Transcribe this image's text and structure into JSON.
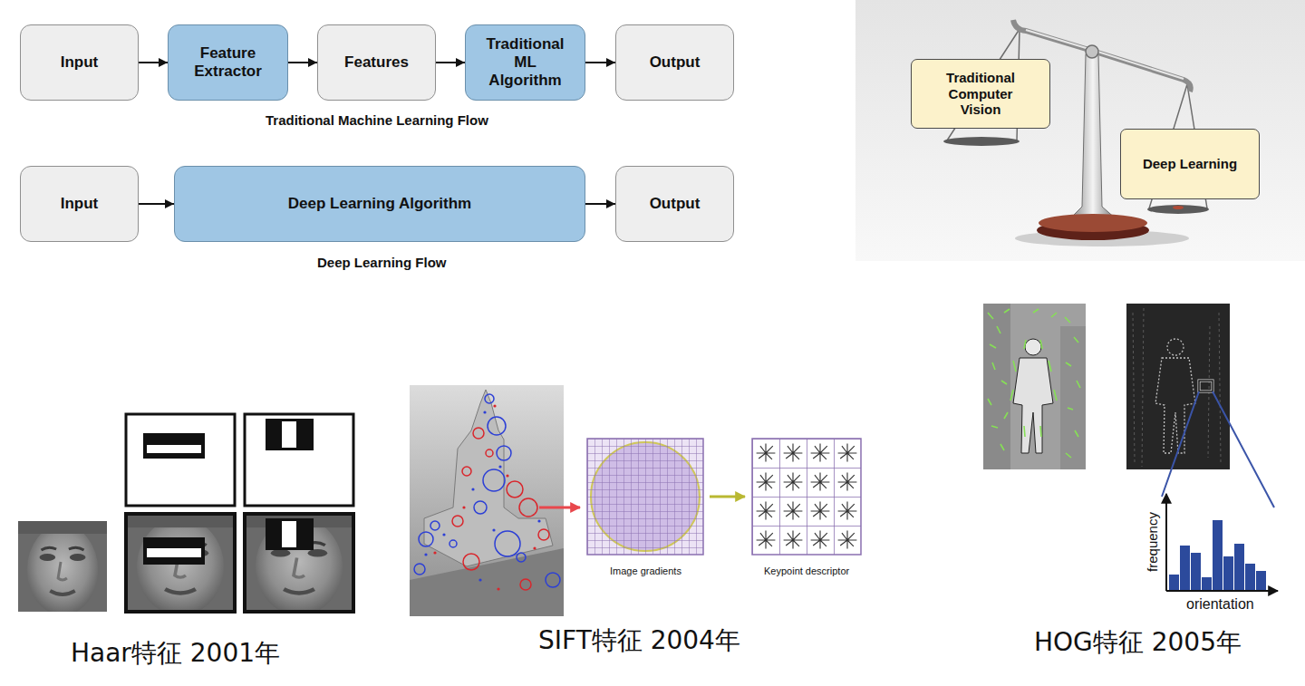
{
  "diagram": {
    "nodes": [
      {
        "text": [
          "Input"
        ]
      },
      {
        "text": [
          "Feature Extractor"
        ]
      },
      {
        "text": [
          "Features"
        ]
      },
      {
        "text": [
          "Traditional ML Algorithm"
        ]
      },
      {
        "text": [
          "Output"
        ]
      },
      {
        "text": [
          "Input"
        ]
      },
      {
        "text": [
          "Deep Learning Algorithm"
        ]
      },
      {
        "text": [
          "Output"
        ]
      },
      {
        "text": [
          "Traditional Computer Vision"
        ]
      },
      {
        "text": [
          "Deep Learning"
        ]
      }
    ],
    "edges": [
      {
        "from": 0,
        "to": 1,
        "arrow": "to"
      },
      {
        "from": 1,
        "to": 2,
        "arrow": "to"
      },
      {
        "from": 2,
        "to": 3,
        "arrow": "to"
      },
      {
        "from": 3,
        "to": 4,
        "arrow": "to"
      },
      {
        "from": 5,
        "to": 6,
        "arrow": "to"
      },
      {
        "from": 6,
        "to": 7,
        "arrow": "to"
      }
    ],
    "labels": [
      "Traditional Machine Learning Flow",
      "Deep Learning Flow",
      "Image gradients",
      "Keypoint descriptor",
      "frequency",
      "orientation",
      "Haar特征 2001年",
      "SIFT特征 2004年",
      "HOG特征 2005年"
    ]
  }
}
